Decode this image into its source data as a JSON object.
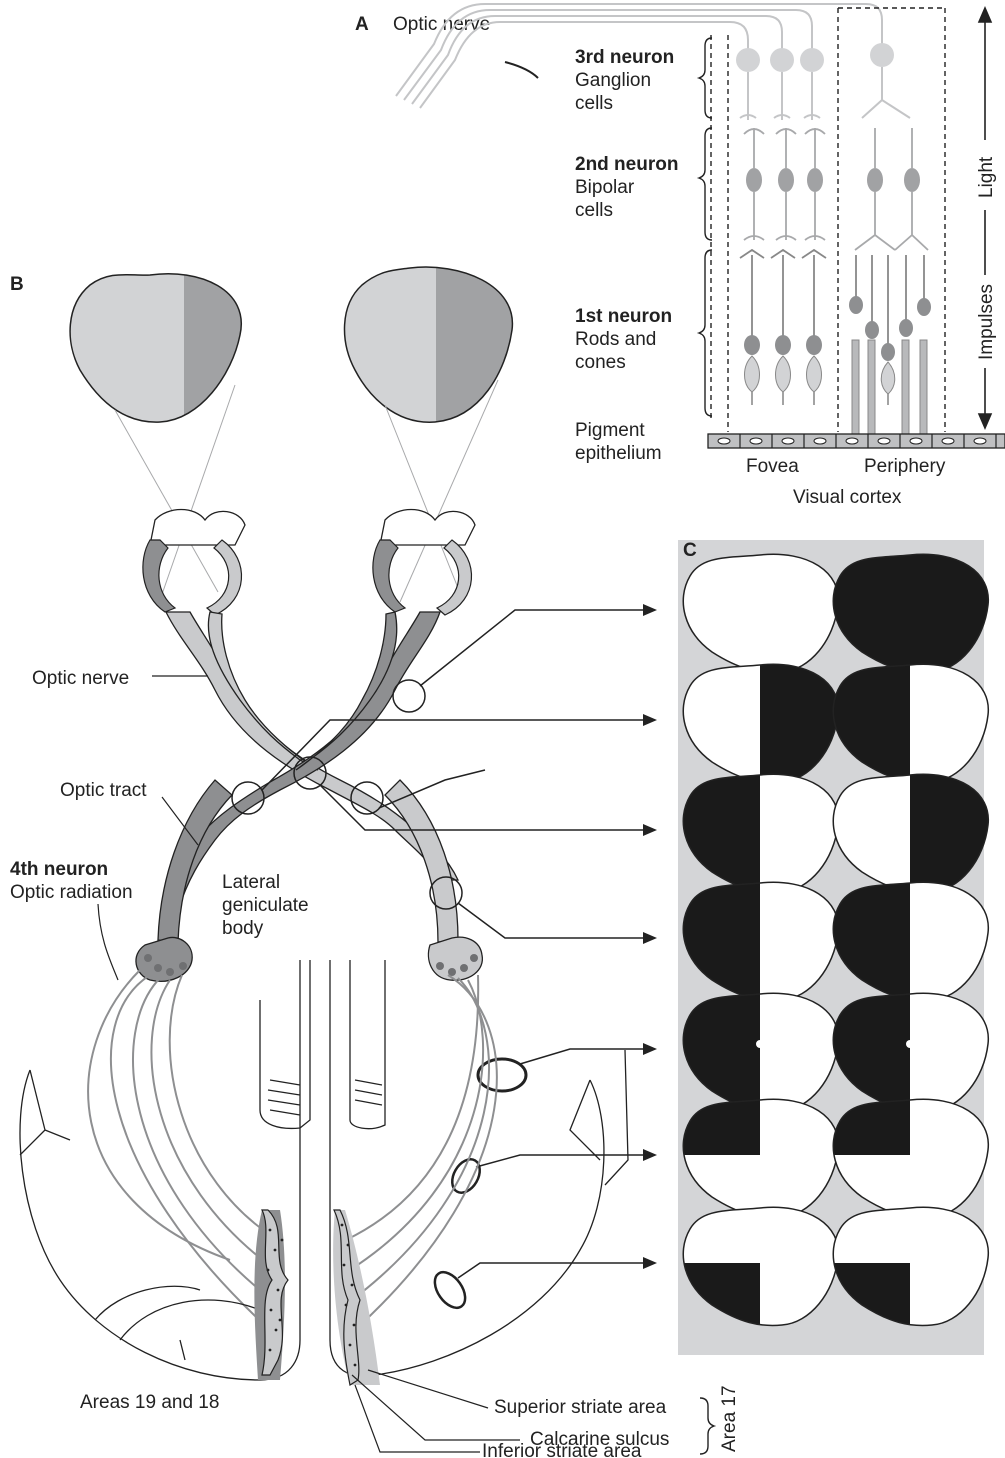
{
  "panel_a": {
    "letter": "A",
    "optic_nerve": "Optic nerve",
    "third_neuron": {
      "title": "3rd neuron",
      "line1": "Ganglion",
      "line2": "cells"
    },
    "second_neuron": {
      "title": "2nd neuron",
      "line1": "Bipolar",
      "line2": "cells"
    },
    "first_neuron": {
      "title": "1st neuron",
      "line1": "Rods and",
      "line2": "cones"
    },
    "pigment": {
      "line1": "Pigment",
      "line2": "epithelium"
    },
    "fovea": "Fovea",
    "periphery": "Periphery",
    "visual_cortex": "Visual cortex",
    "light": "Light",
    "impulses": "Impulses"
  },
  "panel_b": {
    "letter": "B",
    "optic_nerve": "Optic nerve",
    "optic_tract": "Optic tract",
    "fourth_neuron": {
      "title": "4th neuron",
      "line1": "Optic radiation"
    },
    "lgb": {
      "line1": "Lateral",
      "line2": "geniculate",
      "line3": "body"
    },
    "areas": "Areas 19 and 18",
    "superior": "Superior striate area",
    "calcarine": "Calcarine sulcus",
    "inferior": "Inferior striate area",
    "area17": "Area 17"
  },
  "panel_c": {
    "letter": "C",
    "rows": [
      {
        "left": "all-white",
        "right": "all-black"
      },
      {
        "left": "right-half-black",
        "right": "left-half-black"
      },
      {
        "left": "left-half-black",
        "right": "right-half-black"
      },
      {
        "left": "left-half-black",
        "right": "left-half-black"
      },
      {
        "left": "left-half-black-macular-sparing",
        "right": "left-half-black-macular-sparing"
      },
      {
        "left": "upper-left-quadrant-black",
        "right": "upper-left-quadrant-black"
      },
      {
        "left": "lower-left-quadrant-black",
        "right": "lower-left-quadrant-black"
      }
    ]
  },
  "colors": {
    "temporal_field": "#d2d3d5",
    "nasal_field": "#a1a2a4",
    "dark_fibers": "#8e8f91",
    "light_fibers": "#c9cacc",
    "panel_c_bg": "#d4d5d7",
    "defect": "#1a1a1a"
  }
}
